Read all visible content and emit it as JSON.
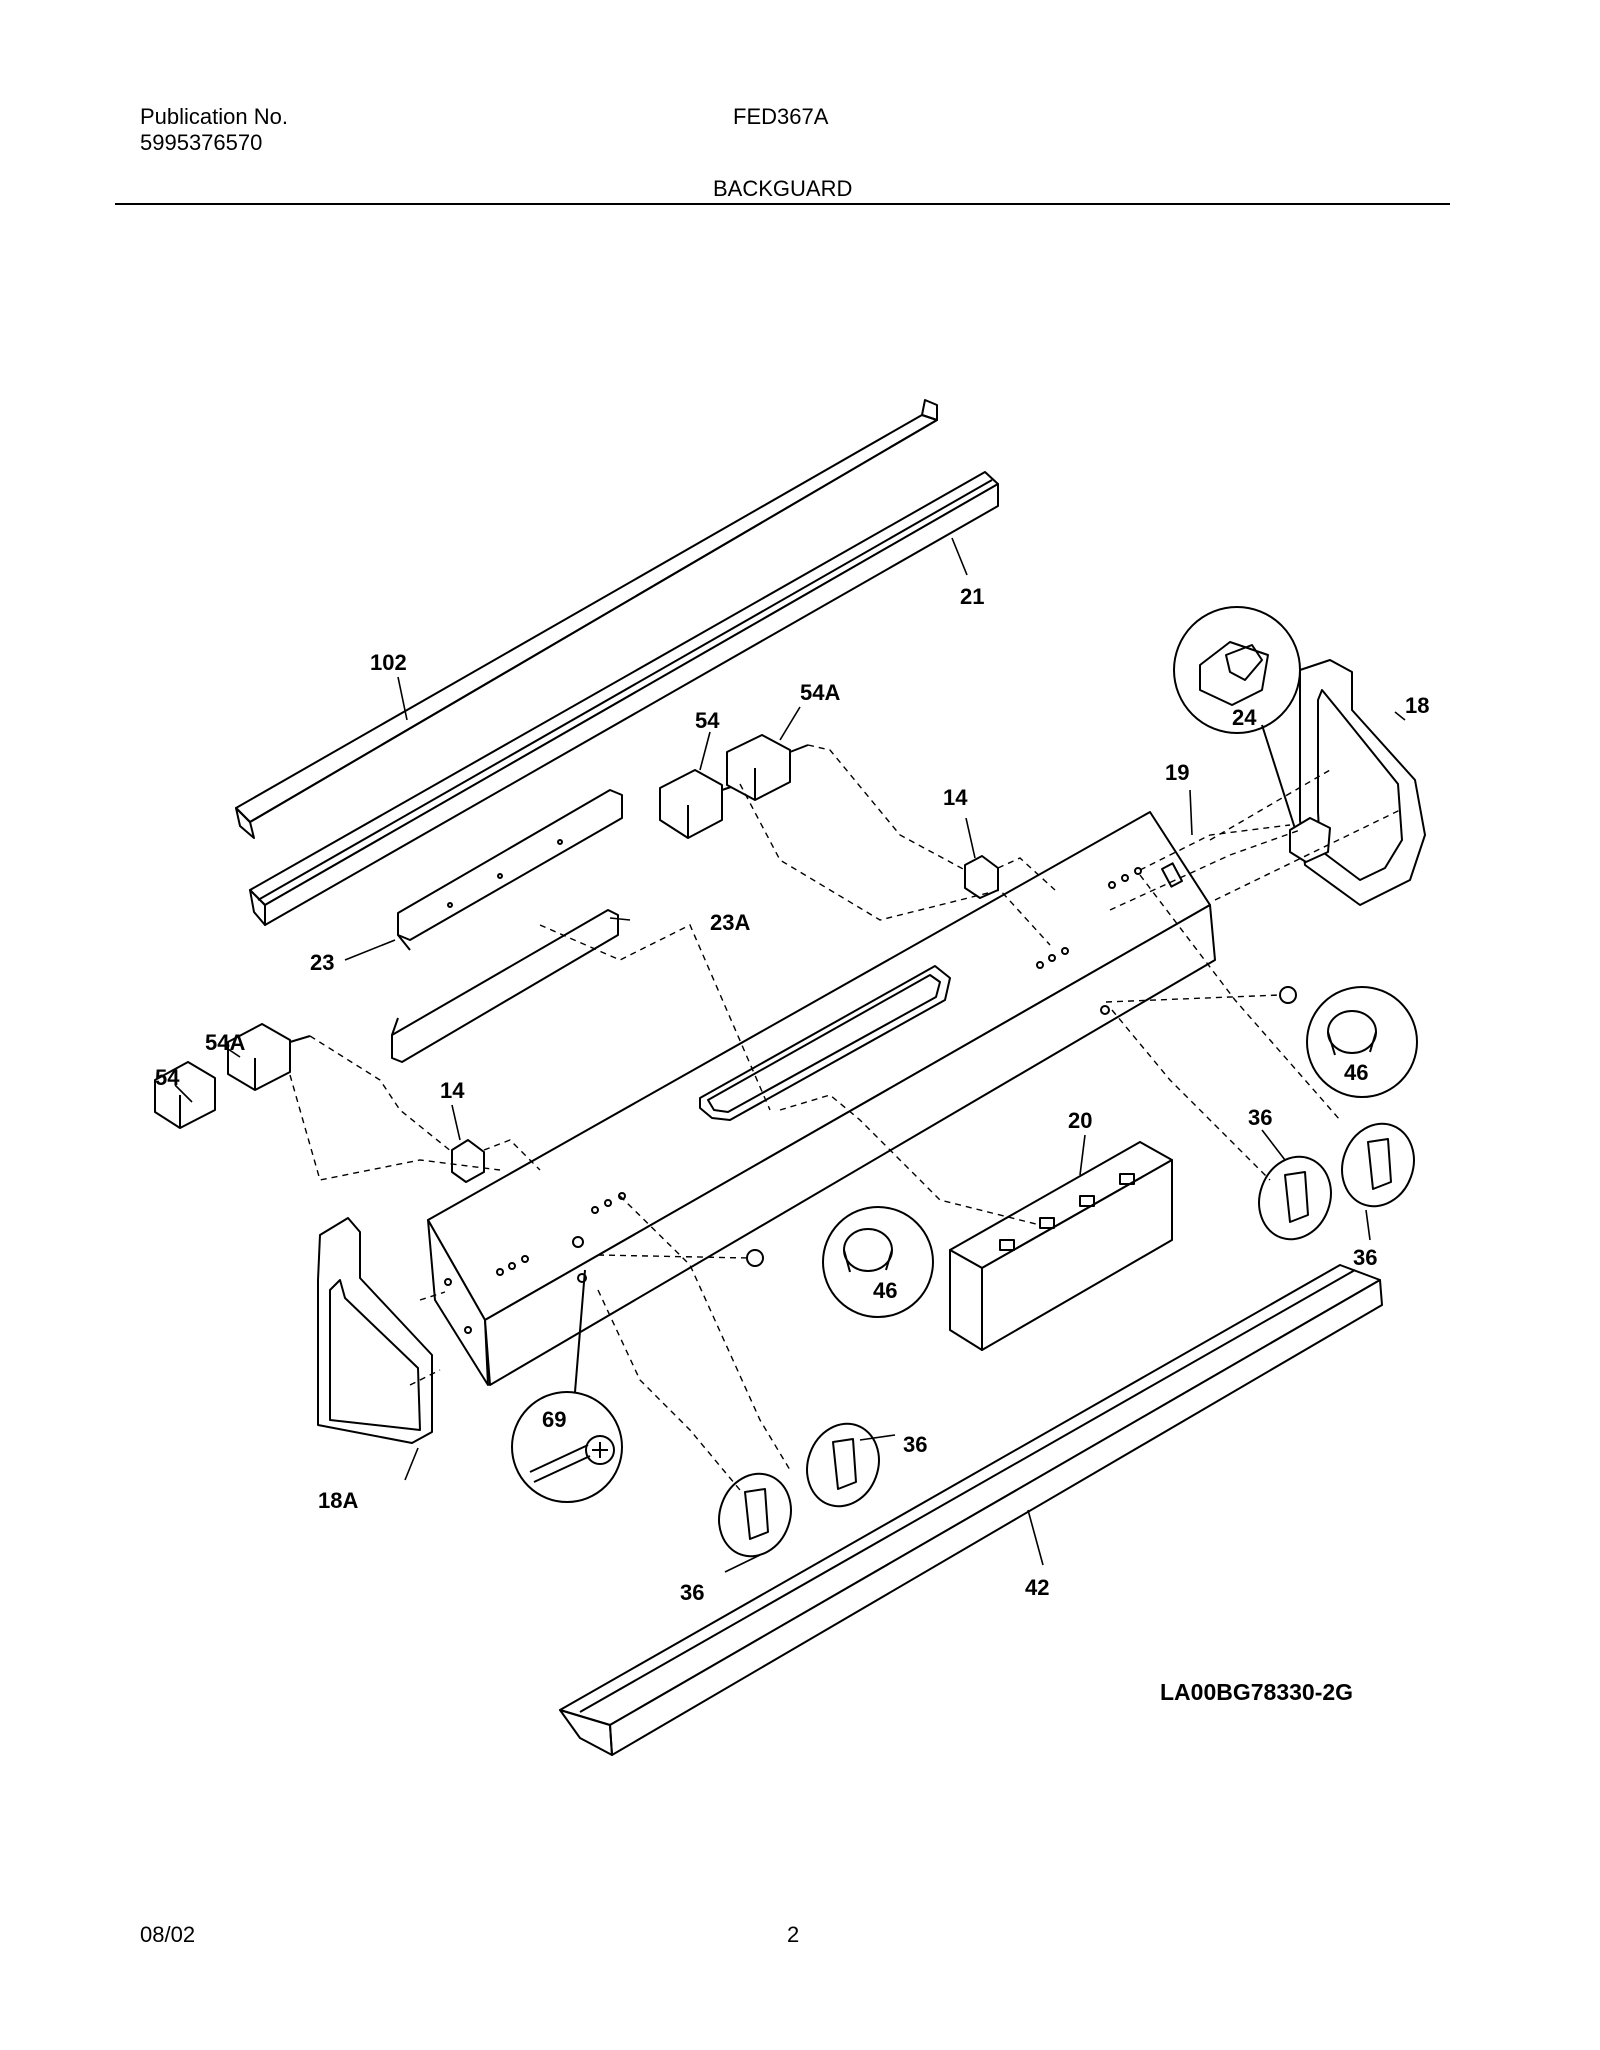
{
  "header": {
    "publication_label": "Publication No.",
    "publication_number": "5995376570",
    "model": "FED367A",
    "section_title": "BACKGUARD"
  },
  "diagram": {
    "reference_code": "LA00BG78330-2G",
    "callouts": {
      "p102": "102",
      "p21": "21",
      "p54_top": "54",
      "p54a_top": "54A",
      "p14_right": "14",
      "p19": "19",
      "p24": "24",
      "p18": "18",
      "p23": "23",
      "p23a": "23A",
      "p54a_left": "54A",
      "p54_left": "54",
      "p14_left": "14",
      "p46_right": "46",
      "p20": "20",
      "p36_a": "36",
      "p36_b": "36",
      "p46_center": "46",
      "p69": "69",
      "p36_c": "36",
      "p36_d": "36",
      "p18a": "18A",
      "p42": "42"
    }
  },
  "footer": {
    "date": "08/02",
    "page": "2"
  }
}
